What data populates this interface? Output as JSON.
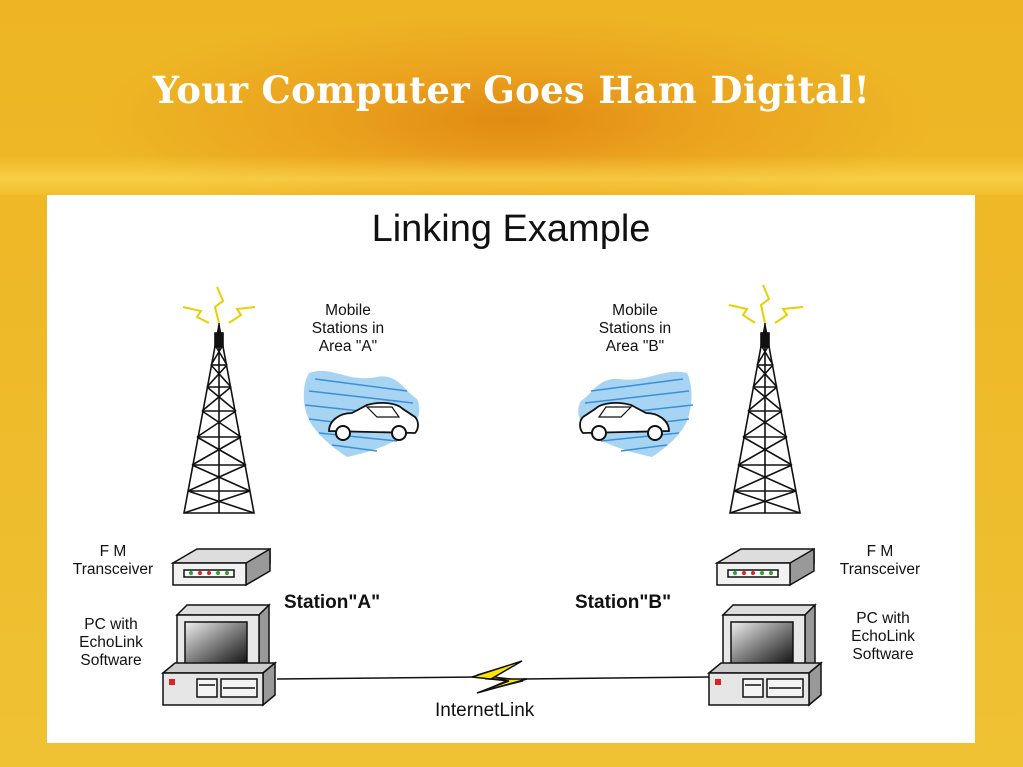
{
  "slide": {
    "title": "Your Computer Goes Ham Digital!"
  },
  "diagram": {
    "title": "Linking Example",
    "mobile_a": [
      "Mobile",
      "Stations in",
      "Area \"A\""
    ],
    "mobile_b": [
      "Mobile",
      "Stations in",
      "Area \"B\""
    ],
    "fm_left": [
      "F M",
      "Transceiver"
    ],
    "fm_right": [
      "F M",
      "Transceiver"
    ],
    "pc_left": [
      "PC with",
      "EchoLink",
      "Software"
    ],
    "pc_right": [
      "PC with",
      "EchoLink",
      "Software"
    ],
    "station_a": "Station\"A\"",
    "station_b": "Station\"B\"",
    "internet_link": "InternetLink"
  },
  "colors": {
    "background": "#eeb928",
    "title_text": "#ffffff",
    "panel": "#ffffff",
    "lightning": "#ffe600",
    "radio_wave": "#4aa8e8"
  }
}
